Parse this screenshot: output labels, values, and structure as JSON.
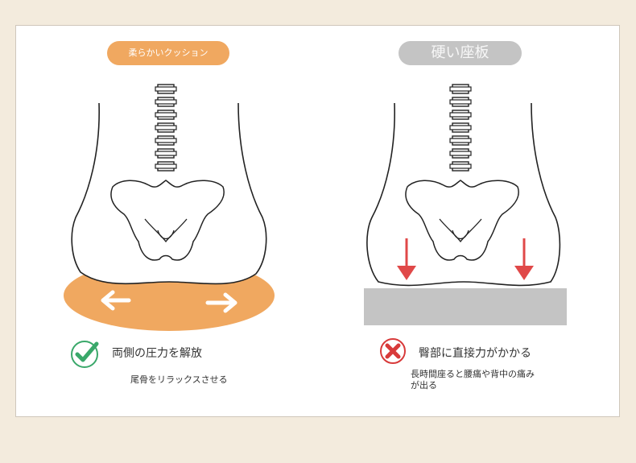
{
  "left": {
    "pill_label": "柔らかいクッション",
    "heading": "両側の圧力を解放",
    "subtext": "尾骨をリラックスさせる",
    "status_icon": "check-circle-icon"
  },
  "right": {
    "pill_label": "硬い座板",
    "heading": "臀部に直接力がかかる",
    "subtext": "長時間座ると腰痛や背中の痛みが出る",
    "status_icon": "cross-circle-icon"
  },
  "colors": {
    "background": "#f3ebdd",
    "cushion": "#f0a860",
    "hard_board": "#c4c4c4",
    "check": "#3aa86a",
    "cross": "#d83a3a",
    "pressure_arrow": "#e04848"
  }
}
